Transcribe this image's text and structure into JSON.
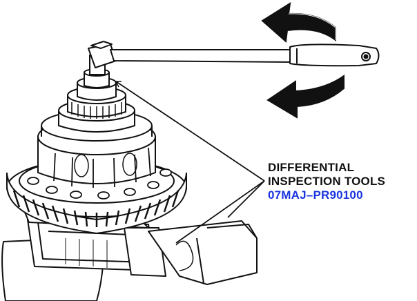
{
  "callout": {
    "line1": "DIFFERENTIAL",
    "line2": "INSPECTION  TOOLS",
    "part_number": "07MAJ–PR90100"
  },
  "colors": {
    "ink": "#111111",
    "part_number": "#1a35e0",
    "background": "#ffffff"
  },
  "icons": {
    "upper_arrow": "curved-arrow-left-icon",
    "lower_arrow": "curved-arrow-left-icon"
  }
}
